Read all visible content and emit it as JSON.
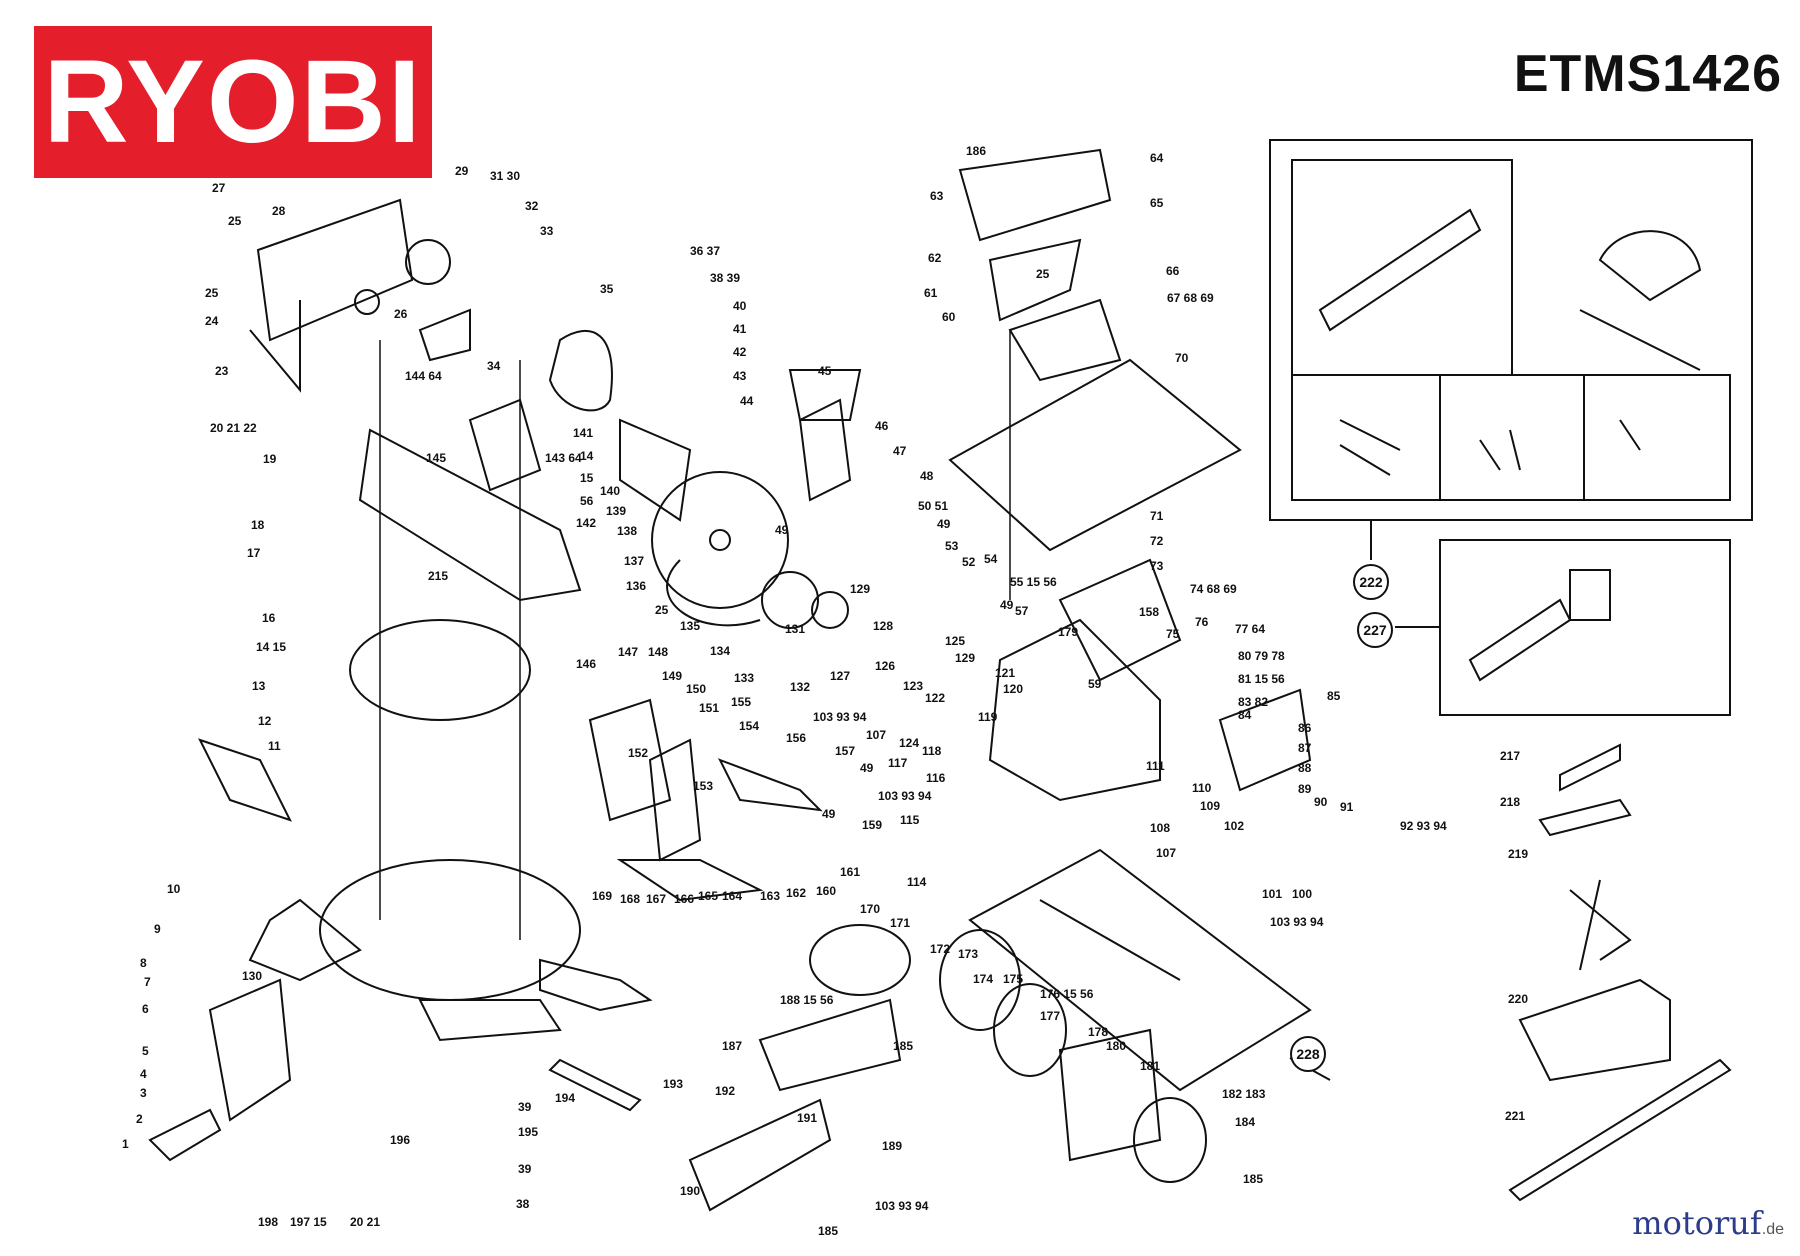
{
  "header": {
    "brand": "RYOBI",
    "model": "ETMS1426"
  },
  "watermark": {
    "text": "motoruf",
    "suffix": ".de"
  },
  "colors": {
    "brand_red": "#e41e2b",
    "line": "#111111",
    "watermark": "#2a3c8a"
  },
  "callouts": [
    {
      "id": "27",
      "label": "27"
    },
    {
      "id": "28",
      "label": "28"
    },
    {
      "id": "25a",
      "label": "25"
    },
    {
      "id": "25b",
      "label": "25"
    },
    {
      "id": "24",
      "label": "24"
    },
    {
      "id": "23",
      "label": "23"
    },
    {
      "id": "26",
      "label": "26"
    },
    {
      "id": "29",
      "label": "29"
    },
    {
      "id": "31-30",
      "label": "31  30"
    },
    {
      "id": "32",
      "label": "32"
    },
    {
      "id": "33",
      "label": "33"
    },
    {
      "id": "34",
      "label": "34"
    },
    {
      "id": "144-64",
      "label": "144  64"
    },
    {
      "id": "20-21-22",
      "label": "20  21  22"
    },
    {
      "id": "19",
      "label": "19"
    },
    {
      "id": "145",
      "label": "145"
    },
    {
      "id": "143-64",
      "label": "143  64"
    },
    {
      "id": "18",
      "label": "18"
    },
    {
      "id": "17",
      "label": "17"
    },
    {
      "id": "16",
      "label": "16"
    },
    {
      "id": "14-15",
      "label": "14  15"
    },
    {
      "id": "13",
      "label": "13"
    },
    {
      "id": "12",
      "label": "12"
    },
    {
      "id": "11",
      "label": "11"
    },
    {
      "id": "10",
      "label": "10"
    },
    {
      "id": "9",
      "label": "9"
    },
    {
      "id": "8",
      "label": "8"
    },
    {
      "id": "7",
      "label": "7"
    },
    {
      "id": "6",
      "label": "6"
    },
    {
      "id": "5",
      "label": "5"
    },
    {
      "id": "4",
      "label": "4"
    },
    {
      "id": "3",
      "label": "3"
    },
    {
      "id": "2",
      "label": "2"
    },
    {
      "id": "1",
      "label": "1"
    },
    {
      "id": "130",
      "label": "130"
    },
    {
      "id": "198",
      "label": "198"
    },
    {
      "id": "197-15",
      "label": "197  15"
    },
    {
      "id": "20-21",
      "label": "20  21"
    },
    {
      "id": "215",
      "label": "215"
    },
    {
      "id": "36-37",
      "label": "36  37"
    },
    {
      "id": "38-39",
      "label": "38  39"
    },
    {
      "id": "35",
      "label": "35"
    },
    {
      "id": "40",
      "label": "40"
    },
    {
      "id": "41",
      "label": "41"
    },
    {
      "id": "42",
      "label": "42"
    },
    {
      "id": "43",
      "label": "43"
    },
    {
      "id": "44",
      "label": "44"
    },
    {
      "id": "141",
      "label": "141"
    },
    {
      "id": "14",
      "label": "14"
    },
    {
      "id": "15",
      "label": "15"
    },
    {
      "id": "56",
      "label": "56"
    },
    {
      "id": "142",
      "label": "142"
    },
    {
      "id": "140",
      "label": "140"
    },
    {
      "id": "139",
      "label": "139"
    },
    {
      "id": "138",
      "label": "138"
    },
    {
      "id": "137",
      "label": "137"
    },
    {
      "id": "136",
      "label": "136"
    },
    {
      "id": "45",
      "label": "45"
    },
    {
      "id": "46",
      "label": "46"
    },
    {
      "id": "47",
      "label": "47"
    },
    {
      "id": "48",
      "label": "48"
    },
    {
      "id": "49a",
      "label": "49"
    },
    {
      "id": "25c",
      "label": "25"
    },
    {
      "id": "135",
      "label": "135"
    },
    {
      "id": "134",
      "label": "134"
    },
    {
      "id": "131",
      "label": "131"
    },
    {
      "id": "146",
      "label": "146"
    },
    {
      "id": "147",
      "label": "147"
    },
    {
      "id": "148",
      "label": "148"
    },
    {
      "id": "149",
      "label": "149"
    },
    {
      "id": "150",
      "label": "150"
    },
    {
      "id": "151",
      "label": "151"
    },
    {
      "id": "152",
      "label": "152"
    },
    {
      "id": "153",
      "label": "153"
    },
    {
      "id": "155",
      "label": "155"
    },
    {
      "id": "154",
      "label": "154"
    },
    {
      "id": "156",
      "label": "156"
    },
    {
      "id": "133",
      "label": "133"
    },
    {
      "id": "132",
      "label": "132"
    },
    {
      "id": "127",
      "label": "127"
    },
    {
      "id": "50-51",
      "label": "50  51"
    },
    {
      "id": "49b",
      "label": "49"
    },
    {
      "id": "53",
      "label": "53"
    },
    {
      "id": "52",
      "label": "52"
    },
    {
      "id": "54",
      "label": "54"
    },
    {
      "id": "55-15-56",
      "label": "55  15  56"
    },
    {
      "id": "49c",
      "label": "49"
    },
    {
      "id": "57",
      "label": "57"
    },
    {
      "id": "129a",
      "label": "129"
    },
    {
      "id": "128",
      "label": "128"
    },
    {
      "id": "126",
      "label": "126"
    },
    {
      "id": "125",
      "label": "125"
    },
    {
      "id": "129b",
      "label": "129"
    },
    {
      "id": "123",
      "label": "123"
    },
    {
      "id": "122",
      "label": "122"
    },
    {
      "id": "121",
      "label": "121"
    },
    {
      "id": "120",
      "label": "120"
    },
    {
      "id": "119",
      "label": "119"
    },
    {
      "id": "103-93-94a",
      "label": "103  93  94"
    },
    {
      "id": "107",
      "label": "107"
    },
    {
      "id": "124",
      "label": "124"
    },
    {
      "id": "118",
      "label": "118"
    },
    {
      "id": "117",
      "label": "117"
    },
    {
      "id": "116",
      "label": "116"
    },
    {
      "id": "157",
      "label": "157"
    },
    {
      "id": "49d",
      "label": "49"
    },
    {
      "id": "49e",
      "label": "49"
    },
    {
      "id": "103-93-94b",
      "label": "103  93  94"
    },
    {
      "id": "115",
      "label": "115"
    },
    {
      "id": "159",
      "label": "159"
    },
    {
      "id": "114",
      "label": "114"
    },
    {
      "id": "169",
      "label": "169"
    },
    {
      "id": "168",
      "label": "168"
    },
    {
      "id": "167",
      "label": "167"
    },
    {
      "id": "166",
      "label": "166"
    },
    {
      "id": "165",
      "label": "165"
    },
    {
      "id": "164",
      "label": "164"
    },
    {
      "id": "163",
      "label": "163"
    },
    {
      "id": "162",
      "label": "162"
    },
    {
      "id": "160",
      "label": "160"
    },
    {
      "id": "161",
      "label": "161"
    },
    {
      "id": "186",
      "label": "186"
    },
    {
      "id": "63",
      "label": "63"
    },
    {
      "id": "64a",
      "label": "64"
    },
    {
      "id": "65",
      "label": "65"
    },
    {
      "id": "62",
      "label": "62"
    },
    {
      "id": "66",
      "label": "66"
    },
    {
      "id": "25d",
      "label": "25"
    },
    {
      "id": "61",
      "label": "61"
    },
    {
      "id": "67-68-69",
      "label": "67  68  69"
    },
    {
      "id": "60",
      "label": "60"
    },
    {
      "id": "70",
      "label": "70"
    },
    {
      "id": "71",
      "label": "71"
    },
    {
      "id": "72",
      "label": "72"
    },
    {
      "id": "73",
      "label": "73"
    },
    {
      "id": "74-68-69",
      "label": "74  68  69"
    },
    {
      "id": "158",
      "label": "158"
    },
    {
      "id": "75",
      "label": "75"
    },
    {
      "id": "76",
      "label": "76"
    },
    {
      "id": "77-64",
      "label": "77  64"
    },
    {
      "id": "80-79-78",
      "label": "80  79  78"
    },
    {
      "id": "81-15-56",
      "label": "81  15  56"
    },
    {
      "id": "83-82",
      "label": "83  82"
    },
    {
      "id": "84",
      "label": "84"
    },
    {
      "id": "85",
      "label": "85"
    },
    {
      "id": "86",
      "label": "86"
    },
    {
      "id": "87",
      "label": "87"
    },
    {
      "id": "88",
      "label": "88"
    },
    {
      "id": "89",
      "label": "89"
    },
    {
      "id": "90",
      "label": "90"
    },
    {
      "id": "91",
      "label": "91"
    },
    {
      "id": "92-93-94",
      "label": "92  93  94"
    },
    {
      "id": "179",
      "label": "179"
    },
    {
      "id": "59",
      "label": "59"
    },
    {
      "id": "111",
      "label": "111"
    },
    {
      "id": "110",
      "label": "110"
    },
    {
      "id": "109",
      "label": "109"
    },
    {
      "id": "108",
      "label": "108"
    },
    {
      "id": "102",
      "label": "102"
    },
    {
      "id": "107b",
      "label": "107"
    },
    {
      "id": "101",
      "label": "101"
    },
    {
      "id": "100",
      "label": "100"
    },
    {
      "id": "103-93-94c",
      "label": "103  93  94"
    },
    {
      "id": "170",
      "label": "170"
    },
    {
      "id": "171",
      "label": "171"
    },
    {
      "id": "172",
      "label": "172"
    },
    {
      "id": "173",
      "label": "173"
    },
    {
      "id": "174",
      "label": "174"
    },
    {
      "id": "175",
      "label": "175"
    },
    {
      "id": "176-15-56",
      "label": "176  15  56"
    },
    {
      "id": "177",
      "label": "177"
    },
    {
      "id": "178",
      "label": "178"
    },
    {
      "id": "180",
      "label": "180"
    },
    {
      "id": "181",
      "label": "181"
    },
    {
      "id": "182-183",
      "label": "182  183"
    },
    {
      "id": "184",
      "label": "184"
    },
    {
      "id": "185a",
      "label": "185"
    },
    {
      "id": "185b",
      "label": "185"
    },
    {
      "id": "185c",
      "label": "185"
    },
    {
      "id": "188-15-56",
      "label": "188  15  56"
    },
    {
      "id": "187",
      "label": "187"
    },
    {
      "id": "193",
      "label": "193"
    },
    {
      "id": "192",
      "label": "192"
    },
    {
      "id": "191",
      "label": "191"
    },
    {
      "id": "189",
      "label": "189"
    },
    {
      "id": "190",
      "label": "190"
    },
    {
      "id": "103-93-94d",
      "label": "103  93  94"
    },
    {
      "id": "194",
      "label": "194"
    },
    {
      "id": "196",
      "label": "196"
    },
    {
      "id": "39a",
      "label": "39"
    },
    {
      "id": "195",
      "label": "195"
    },
    {
      "id": "39b",
      "label": "39"
    },
    {
      "id": "38",
      "label": "38"
    },
    {
      "id": "217",
      "label": "217"
    },
    {
      "id": "218",
      "label": "218"
    },
    {
      "id": "219",
      "label": "219"
    },
    {
      "id": "220",
      "label": "220"
    },
    {
      "id": "221",
      "label": "221"
    }
  ],
  "kits": [
    {
      "id": "222",
      "label": "222"
    },
    {
      "id": "227",
      "label": "227"
    },
    {
      "id": "228",
      "label": "228"
    }
  ]
}
